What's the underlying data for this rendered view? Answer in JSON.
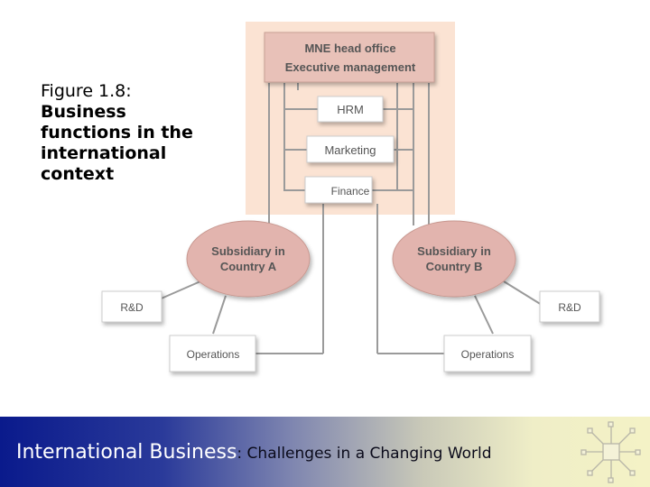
{
  "caption": {
    "figure_number": "Figure 1.8:",
    "title_lines": [
      "Business",
      "functions in the",
      "international",
      "context"
    ]
  },
  "diagram": {
    "head_office": {
      "line1": "MNE head office",
      "line2": "Executive management"
    },
    "functions": [
      "HRM",
      "Marketing",
      "Finance"
    ],
    "subsidiaries": [
      {
        "line1": "Subsidiary in",
        "line2": "Country A"
      },
      {
        "line1": "Subsidiary in",
        "line2": "Country B"
      }
    ],
    "rd_label": "R&D",
    "operations_label": "Operations",
    "colors": {
      "background_panel": "#fbe3d3",
      "head_office_fill": "#e8c1b8",
      "ellipse_fill": "#e2b4ae",
      "box_fill": "#ffffff",
      "connector": "#9a9a9a"
    }
  },
  "footer": {
    "main": "International Business",
    "sub": ": Challenges in a Changing World",
    "icon": "network-icon",
    "gradient_start": "#0a1a8c",
    "gradient_end": "#f4f2c6"
  }
}
